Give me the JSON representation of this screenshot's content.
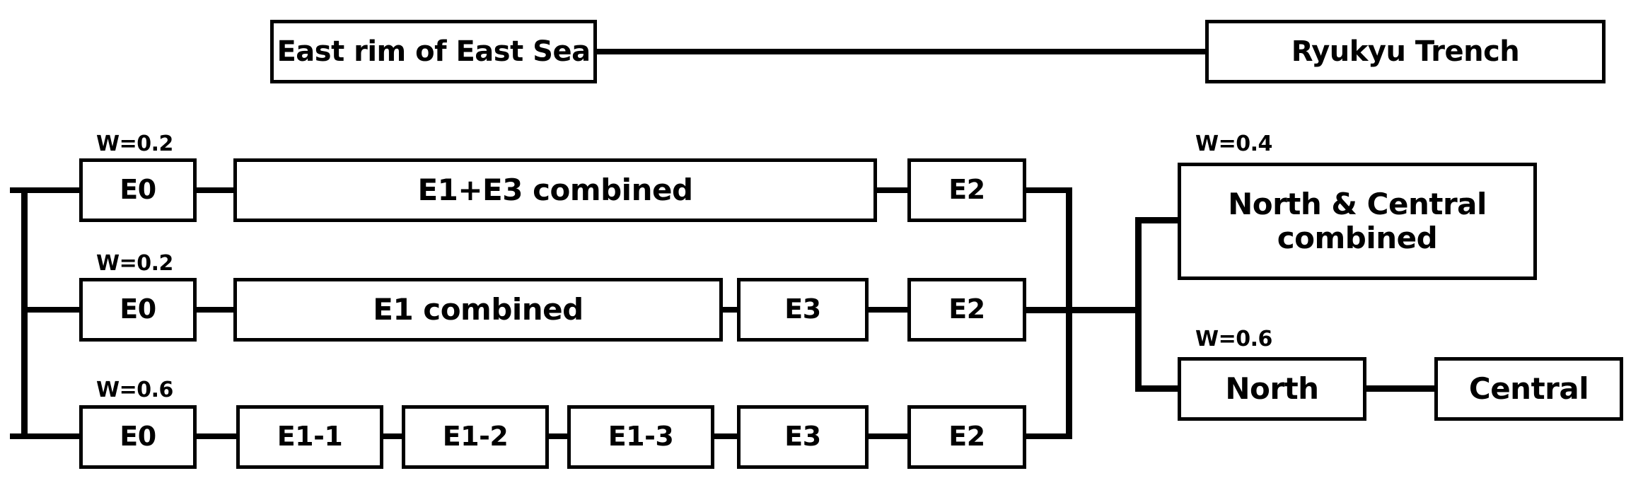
{
  "diagram": {
    "title_nodes": {
      "left": "East rim of East Sea",
      "right": "Ryukyu Trench"
    },
    "left_branch": {
      "rows": [
        {
          "weight_label": "W=0.2",
          "nodes": [
            "E0",
            "E1+E3 combined",
            "E2"
          ]
        },
        {
          "weight_label": "W=0.2",
          "nodes": [
            "E0",
            "E1 combined",
            "E3",
            "E2"
          ]
        },
        {
          "weight_label": "W=0.6",
          "nodes": [
            "E0",
            "E1-1",
            "E1-2",
            "E1-3",
            "E3",
            "E2"
          ]
        }
      ]
    },
    "right_branch": {
      "rows": [
        {
          "weight_label": "W=0.4",
          "nodes": [
            "North & Central\ncombined"
          ],
          "node_line1": "North & Central",
          "node_line2": "combined"
        },
        {
          "weight_label": "W=0.6",
          "nodes": [
            "North",
            "Central"
          ]
        }
      ]
    },
    "node_labels": {
      "e0_r1": "E0",
      "e1e3_combined": "E1+E3 combined",
      "e2_r1": "E2",
      "e0_r2": "E0",
      "e1_combined": "E1 combined",
      "e3_r2": "E3",
      "e2_r2": "E2",
      "e0_r3": "E0",
      "e1_1": "E1-1",
      "e1_2": "E1-2",
      "e1_3": "E1-3",
      "e3_r3": "E3",
      "e2_r3": "E2",
      "north_central_l1": "North & Central",
      "north_central_l2": "combined",
      "north": "North",
      "central": "Central",
      "east_rim": "East rim of East Sea",
      "ryukyu": "Ryukyu Trench"
    },
    "weight_labels": {
      "w_r1": "W=0.2",
      "w_r2": "W=0.2",
      "w_r3": "W=0.6",
      "w_nc": "W=0.4",
      "w_north": "W=0.6"
    },
    "colors": {
      "stroke": "#000000",
      "fill": "#ffffff",
      "text": "#000000"
    }
  }
}
